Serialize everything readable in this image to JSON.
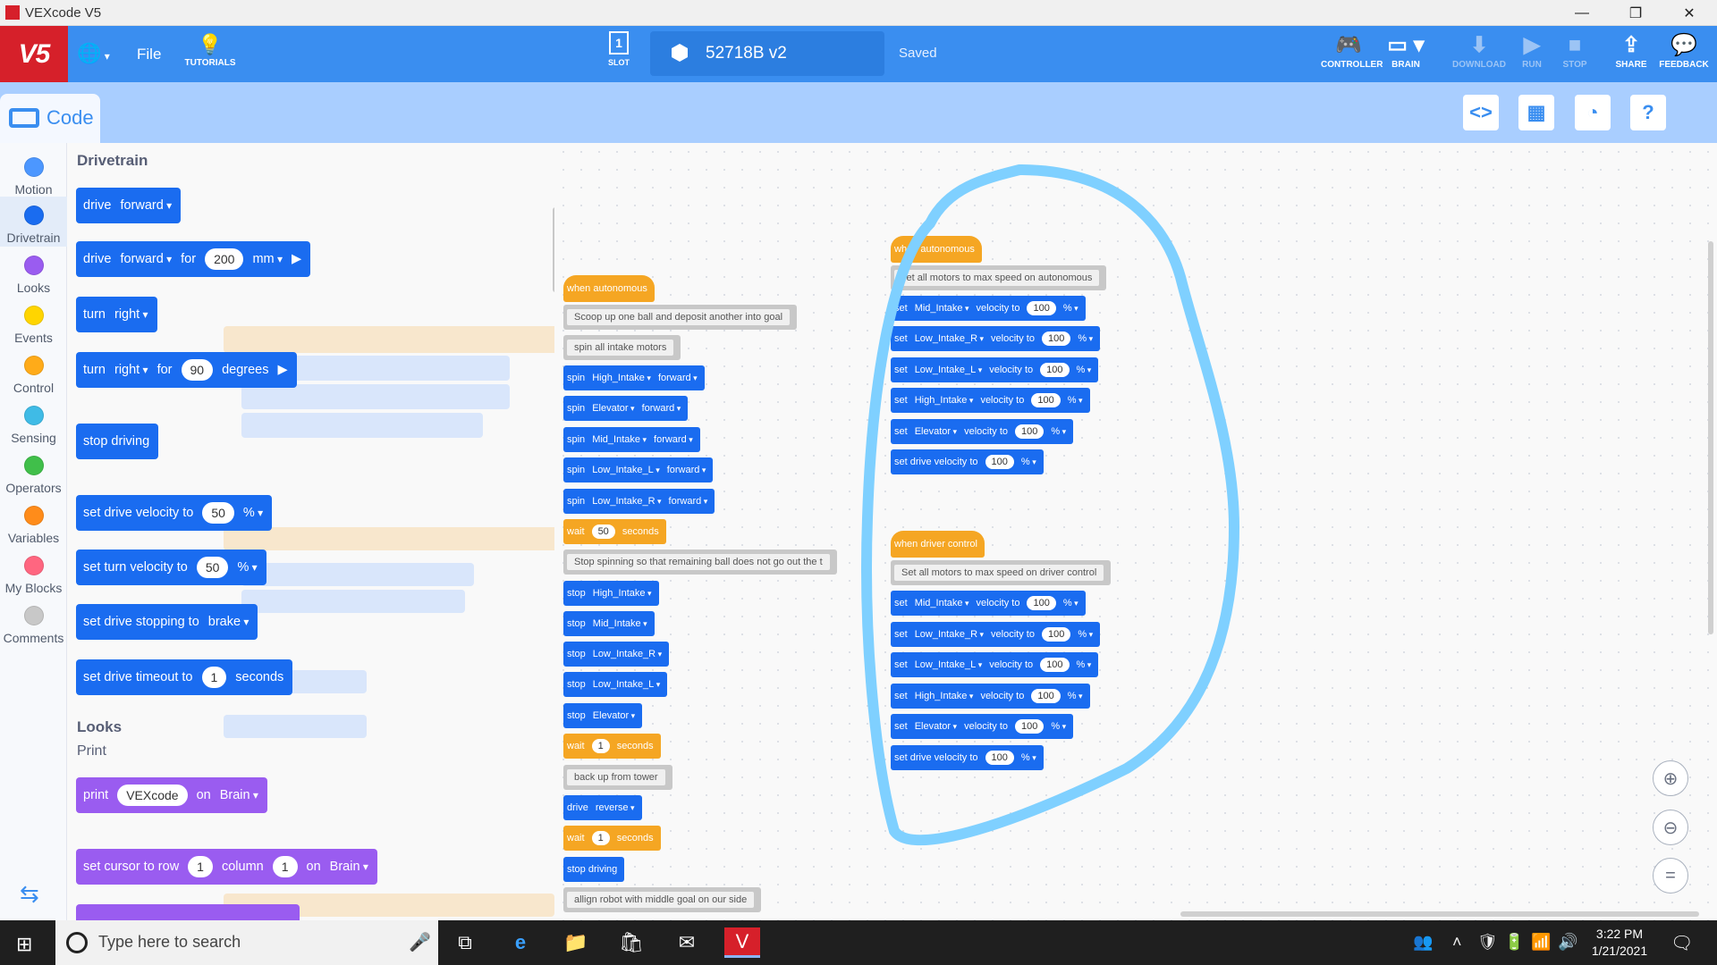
{
  "window": {
    "title": "VEXcode V5"
  },
  "appbar": {
    "logo": "V5",
    "file_label": "File",
    "tutorials_label": "TUTORIALS",
    "slot_label": "SLOT",
    "slot_number": "1",
    "project_name": "52718B v2",
    "saved_label": "Saved",
    "buttons": [
      "CONTROLLER",
      "BRAIN",
      "DOWNLOAD",
      "RUN",
      "STOP",
      "SHARE",
      "FEEDBACK"
    ]
  },
  "subbar": {
    "code_tab": "Code"
  },
  "categories": [
    "Motion",
    "Drivetrain",
    "Looks",
    "Events",
    "Control",
    "Sensing",
    "Operators",
    "Variables",
    "My Blocks",
    "Comments"
  ],
  "category_colors": [
    "#4c97ff",
    "#1a6cf0",
    "#9a5cf0",
    "#ffd500",
    "#ffab19",
    "#3fbbe6",
    "#40bf4a",
    "#ff8c1a",
    "#ff6680",
    "#c8c8c8"
  ],
  "palette": {
    "drivetrain_title": "Drivetrain",
    "looks_title": "Looks",
    "print_subtitle": "Print",
    "b_drive": {
      "label": "drive",
      "dir": "forward"
    },
    "b_drive_for": {
      "label": "drive",
      "dir": "forward",
      "for": "for",
      "value": "200",
      "unit": "mm"
    },
    "b_turn": {
      "label": "turn",
      "dir": "right"
    },
    "b_turn_for": {
      "label": "turn",
      "dir": "right",
      "for": "for",
      "value": "90",
      "unit": "degrees"
    },
    "b_stop": {
      "label": "stop driving"
    },
    "b_drive_vel": {
      "label": "set drive velocity to",
      "value": "50",
      "unit": "%"
    },
    "b_turn_vel": {
      "label": "set turn velocity to",
      "value": "50",
      "unit": "%"
    },
    "b_stopping": {
      "label": "set drive stopping to",
      "value": "brake"
    },
    "b_timeout": {
      "label": "set drive timeout to",
      "value": "1",
      "unit": "seconds"
    },
    "b_print": {
      "label": "print",
      "value": "VEXcode",
      "on": "on",
      "target": "Brain"
    },
    "b_cursor": {
      "label": "set cursor to row",
      "row": "1",
      "col_label": "column",
      "col": "1",
      "on": "on",
      "target": "Brain"
    }
  },
  "left_script": {
    "hat": "when autonomous",
    "c1": "Scoop up one ball and deposit another into goal",
    "c2": "spin all intake motors",
    "spins": [
      {
        "verb": "spin",
        "motor": "High_Intake",
        "dir": "forward"
      },
      {
        "verb": "spin",
        "motor": "Elevator",
        "dir": "forward"
      },
      {
        "verb": "spin",
        "motor": "Mid_Intake",
        "dir": "forward"
      },
      {
        "verb": "spin",
        "motor": "Low_Intake_L",
        "dir": "forward"
      },
      {
        "verb": "spin",
        "motor": "Low_Intake_R",
        "dir": "forward"
      }
    ],
    "wait1": {
      "verb": "wait",
      "value": "50",
      "unit": "seconds"
    },
    "c3": "Stop spinning so that remaining ball does not go out the t",
    "stops": [
      {
        "verb": "stop",
        "motor": "High_Intake"
      },
      {
        "verb": "stop",
        "motor": "Mid_Intake"
      },
      {
        "verb": "stop",
        "motor": "Low_Intake_R"
      },
      {
        "verb": "stop",
        "motor": "Low_Intake_L"
      },
      {
        "verb": "stop",
        "motor": "Elevator"
      }
    ],
    "wait2": {
      "verb": "wait",
      "value": "1",
      "unit": "seconds"
    },
    "c4": "back up from tower",
    "drive": {
      "verb": "drive",
      "dir": "reverse"
    },
    "wait3": {
      "verb": "wait",
      "value": "1",
      "unit": "seconds"
    },
    "stop_driving": "stop driving",
    "c5": "allign robot with middle goal on our side"
  },
  "auton_script": {
    "hat": "when autonomous",
    "comment": "set all motors to max speed on autonomous",
    "sets": [
      {
        "verb": "set",
        "motor": "Mid_Intake",
        "vel": "velocity to",
        "value": "100",
        "unit": "%"
      },
      {
        "verb": "set",
        "motor": "Low_Intake_R",
        "vel": "velocity to",
        "value": "100",
        "unit": "%"
      },
      {
        "verb": "set",
        "motor": "Low_Intake_L",
        "vel": "velocity to",
        "value": "100",
        "unit": "%"
      },
      {
        "verb": "set",
        "motor": "High_Intake",
        "vel": "velocity to",
        "value": "100",
        "unit": "%"
      },
      {
        "verb": "set",
        "motor": "Elevator",
        "vel": "velocity to",
        "value": "100",
        "unit": "%"
      }
    ],
    "drive_vel": {
      "label": "set drive velocity to",
      "value": "100",
      "unit": "%"
    }
  },
  "driver_script": {
    "hat": "when driver control",
    "comment": "Set all motors to max speed on driver control",
    "sets": [
      {
        "verb": "set",
        "motor": "Mid_Intake",
        "vel": "velocity to",
        "value": "100",
        "unit": "%"
      },
      {
        "verb": "set",
        "motor": "Low_Intake_R",
        "vel": "velocity to",
        "value": "100",
        "unit": "%"
      },
      {
        "verb": "set",
        "motor": "Low_Intake_L",
        "vel": "velocity to",
        "value": "100",
        "unit": "%"
      },
      {
        "verb": "set",
        "motor": "High_Intake",
        "vel": "velocity to",
        "value": "100",
        "unit": "%"
      },
      {
        "verb": "set",
        "motor": "Elevator",
        "vel": "velocity to",
        "value": "100",
        "unit": "%"
      }
    ],
    "drive_vel": {
      "label": "set drive velocity to",
      "value": "100",
      "unit": "%"
    }
  },
  "taskbar": {
    "search_placeholder": "Type here to search",
    "time": "3:22 PM",
    "date": "1/21/2021"
  },
  "colors": {
    "accent": "#3a8ef0",
    "drivetrain": "#1a6cf0",
    "events": "#f5a623",
    "looks": "#9a5cf0",
    "annotation_stroke": "#7fd0ff"
  }
}
